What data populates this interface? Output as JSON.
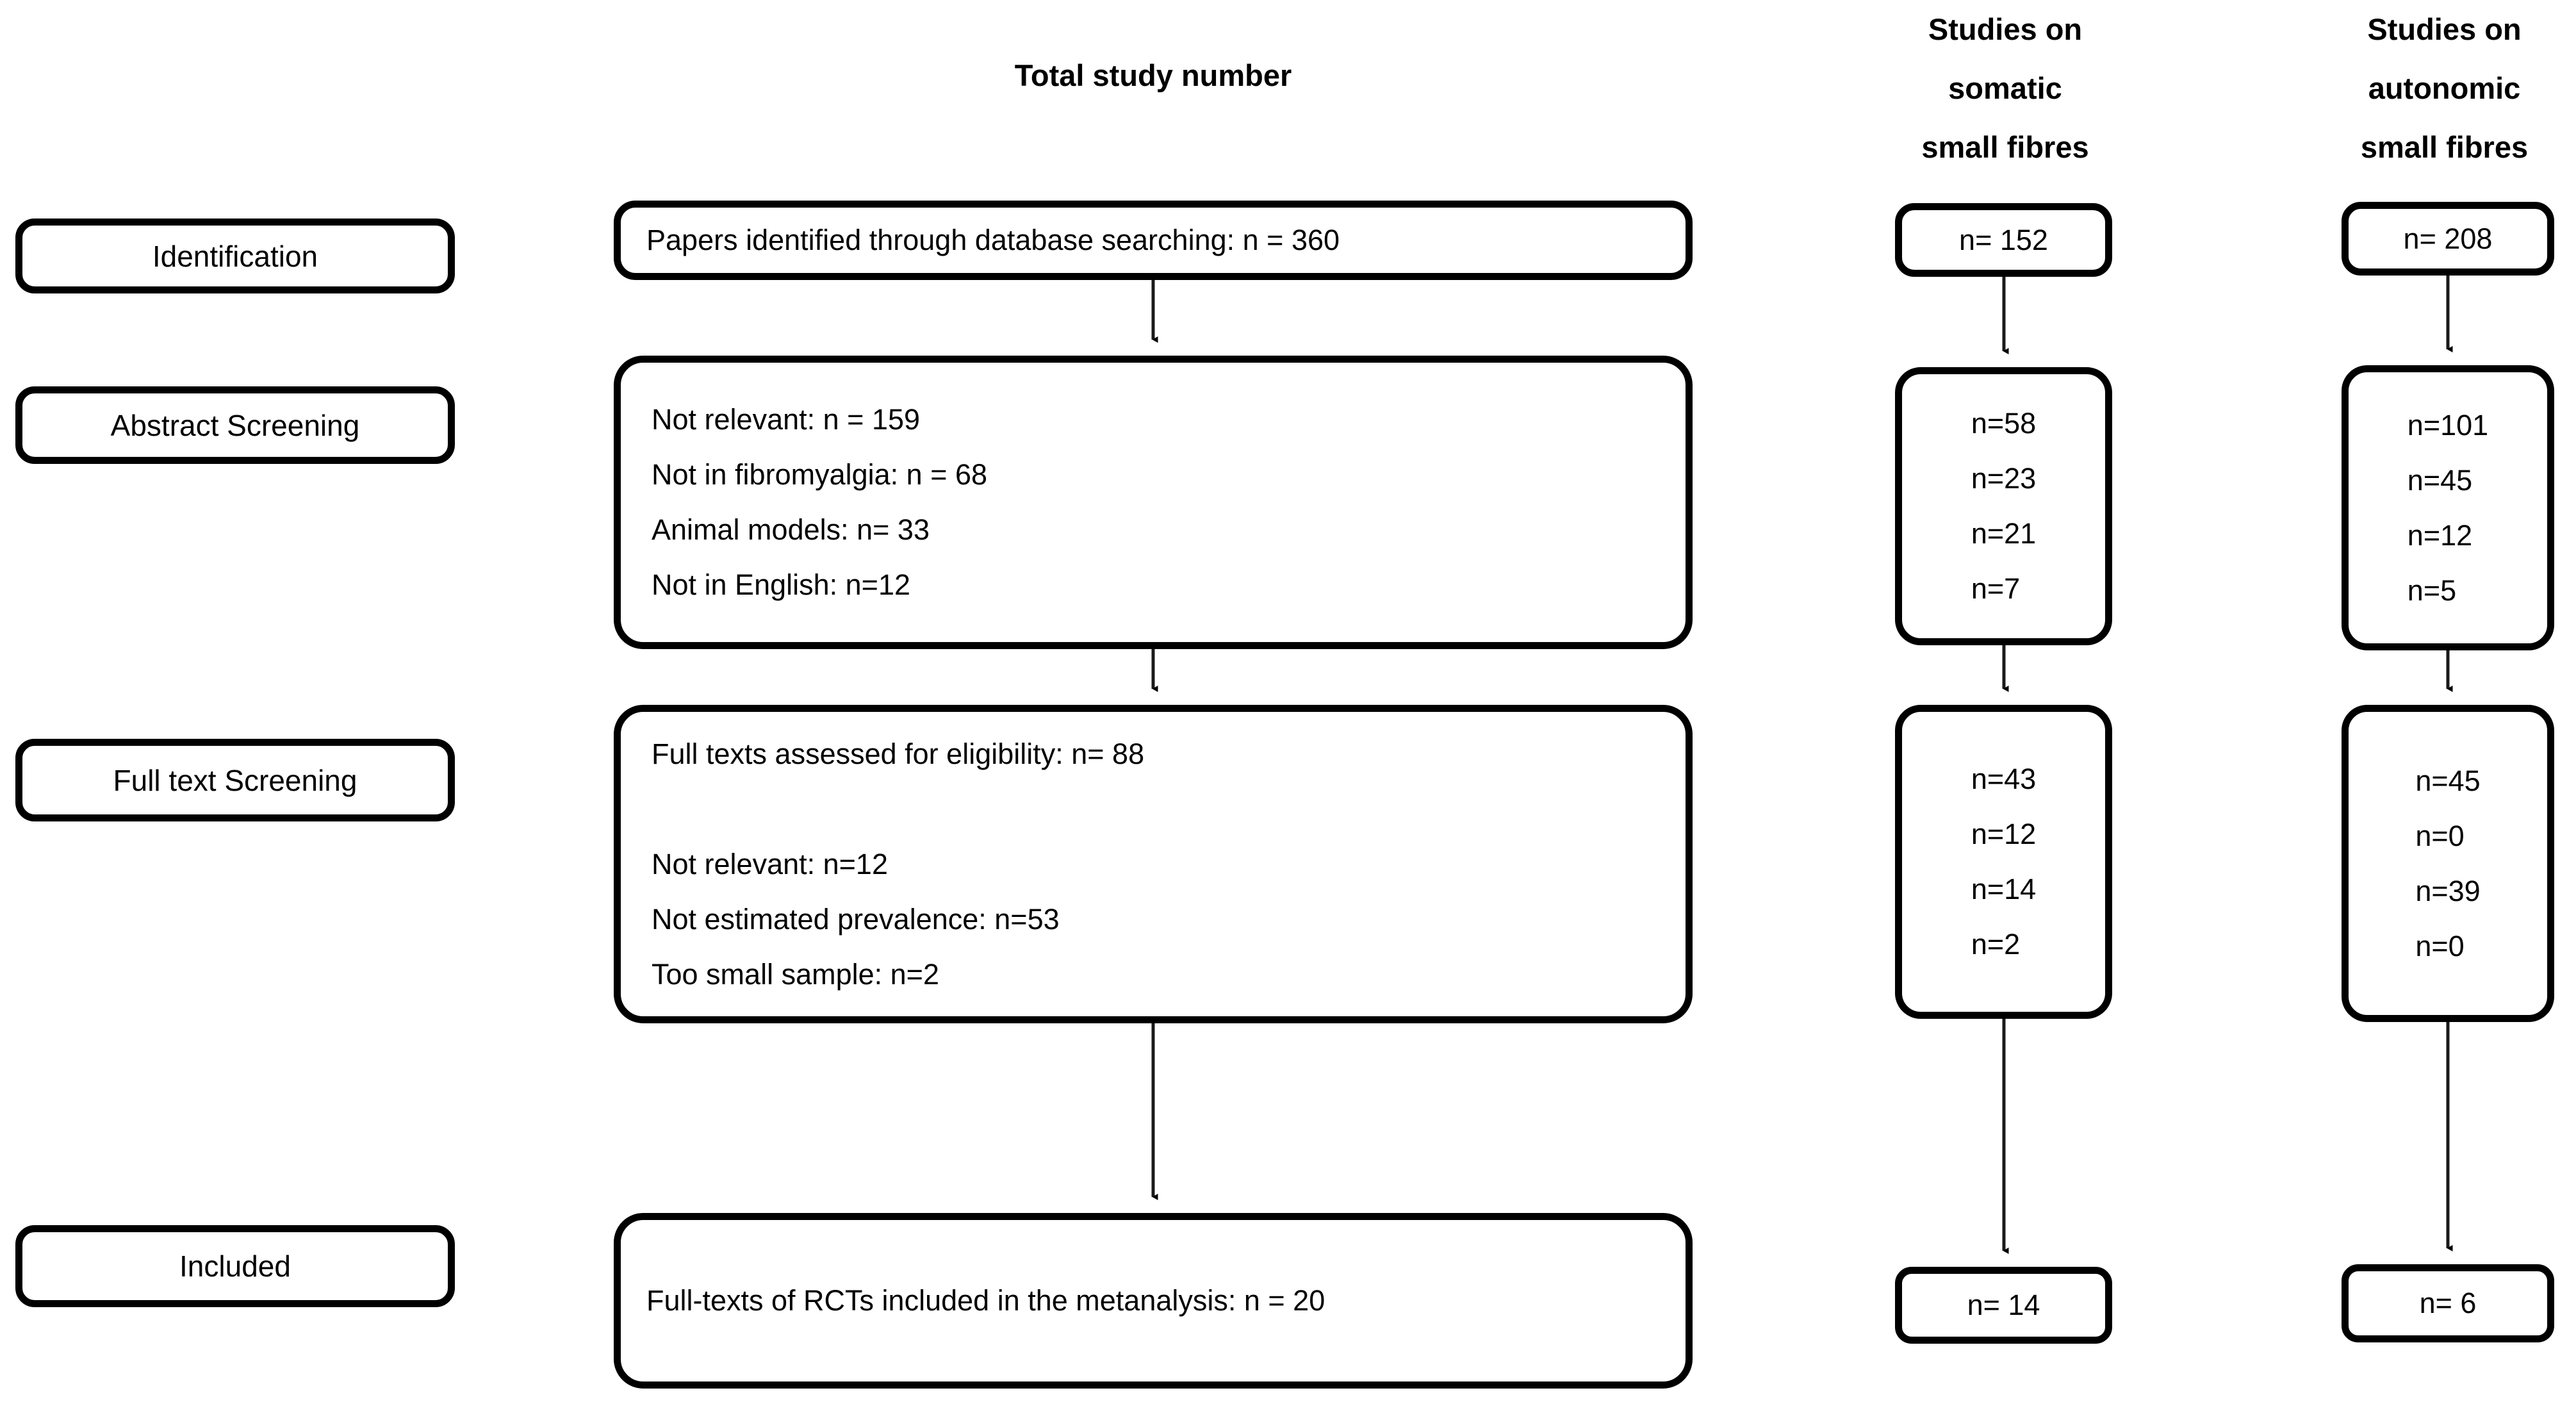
{
  "headings": {
    "total": "Total study number",
    "somatic": [
      "Studies on",
      "somatic",
      "small fibres"
    ],
    "autonomic": [
      "Studies on",
      "autonomic",
      "small fibres"
    ]
  },
  "stages": {
    "identification": "Identification",
    "abstract_screening": "Abstract Screening",
    "fulltext_screening": "Full text Screening",
    "included": "Included"
  },
  "total_column": {
    "identification": "Papers identified through database searching: n = 360",
    "abstract_exclusions": [
      "Not relevant: n = 159",
      "Not in fibromyalgia: n = 68",
      "Animal models: n= 33",
      "Not in English: n=12"
    ],
    "fulltext_heading": "Full texts assessed for eligibility: n= 88",
    "fulltext_exclusions": [
      "Not relevant: n=12",
      "Not estimated prevalence: n=53",
      "Too small sample: n=2"
    ],
    "included": "Full-texts of RCTs included in the metanalysis: n = 20"
  },
  "somatic_column": {
    "identification": "n= 152",
    "abstract": [
      "n=58",
      "n=23",
      "n=21",
      "n=7"
    ],
    "fulltext": [
      "n=43",
      "n=12",
      "n=14",
      "n=2"
    ],
    "included": "n= 14"
  },
  "autonomic_column": {
    "identification": "n= 208",
    "abstract": [
      "n=101",
      "n=45",
      "n=12",
      "n=5"
    ],
    "fulltext": [
      "n=45",
      "n=0",
      "n=39",
      "n=0"
    ],
    "included": "n= 6"
  },
  "colors": {
    "line": "#000000",
    "background": "#ffffff"
  }
}
